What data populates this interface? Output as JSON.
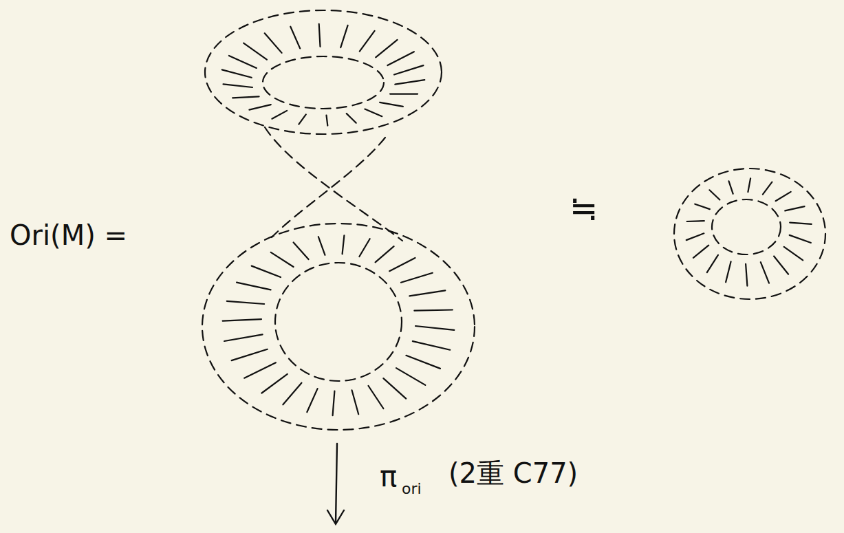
{
  "diagram": {
    "labels": [
      "Ori(M) =",
      "≒",
      "π",
      "ori",
      "(2重 C77)"
    ]
  }
}
